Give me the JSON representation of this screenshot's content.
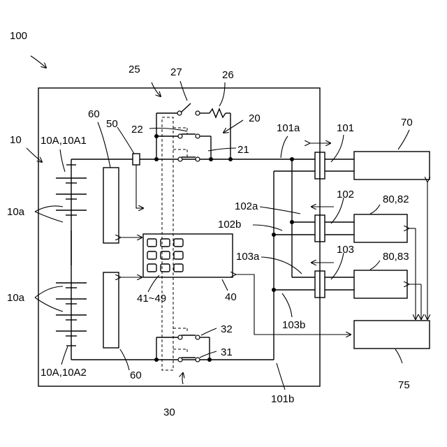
{
  "labels": {
    "system": "100",
    "battery": "10",
    "battery_upper": "10A,10A1",
    "battery_lower": "10A,10A2",
    "cells_upper": "10a",
    "cells_lower": "10a",
    "junction_block": "25",
    "precharge_switch": "27",
    "resistor": "26",
    "main_relay_group": "20",
    "relay_22": "22",
    "relay_21": "21",
    "monitor_60_top": "60",
    "monitor_60_bottom": "60",
    "current_sensor": "50",
    "controller": "40",
    "sub_controllers": "41~49",
    "neg_relay_group": "30",
    "relay_32": "32",
    "relay_31": "31",
    "line_101a": "101a",
    "line_101b": "101b",
    "connector_101": "101",
    "connector_102": "102",
    "connector_103": "103",
    "line_102a": "102a",
    "line_102b": "102b",
    "line_103a": "103a",
    "line_103b": "103b",
    "load_70": "70",
    "load_80_82": "80,82",
    "load_80_83": "80,83",
    "ecu_75": "75"
  },
  "colors": {
    "line": "#000000",
    "background": "#ffffff"
  }
}
